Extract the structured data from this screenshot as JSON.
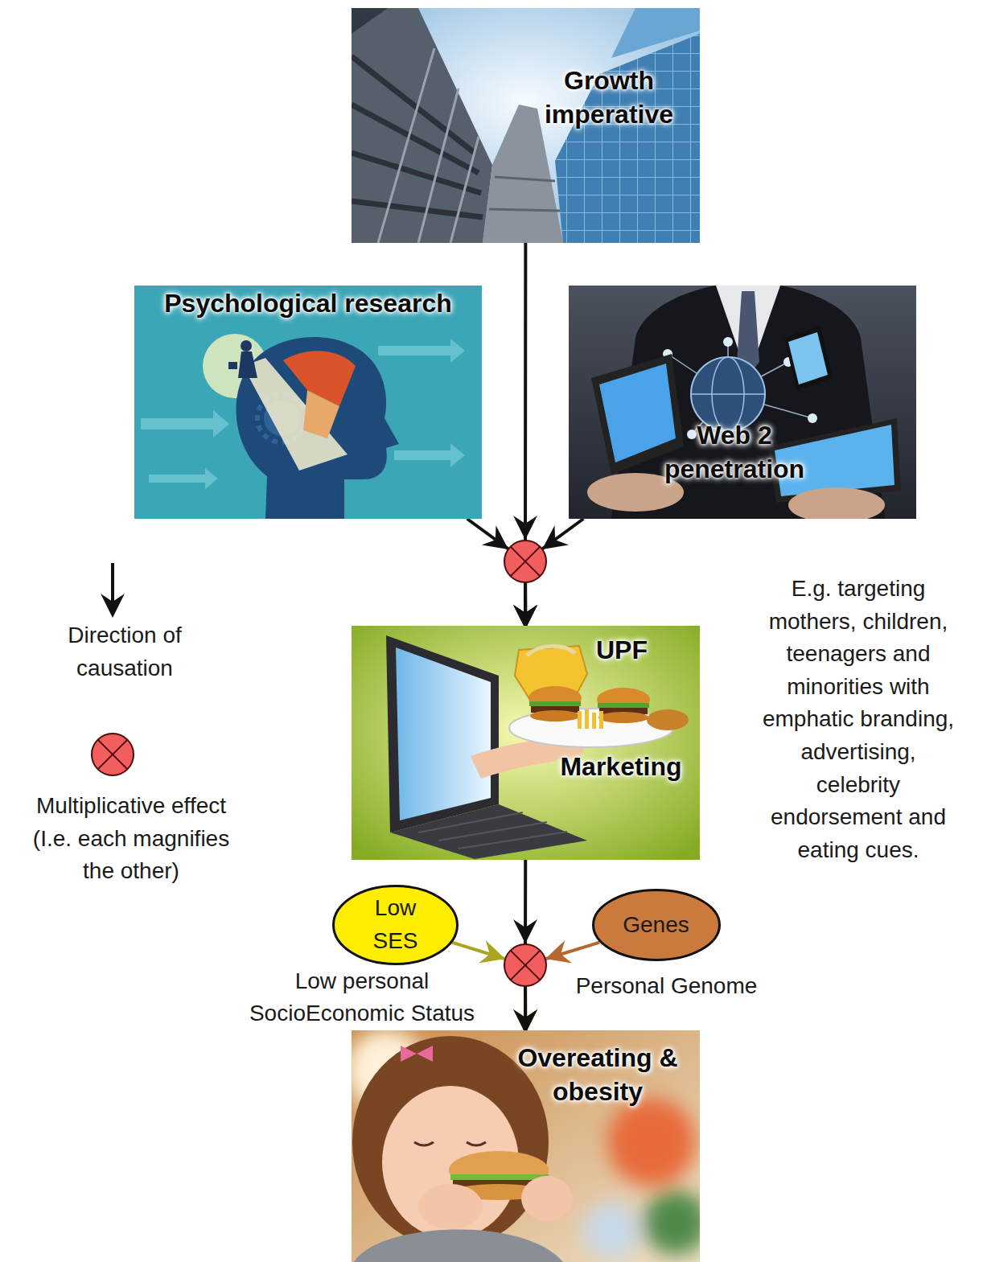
{
  "diagram": {
    "nodes": [
      {
        "text": [
          "Growth imperative"
        ]
      },
      {
        "text": [
          "Psychological research"
        ]
      },
      {
        "text": [
          "Web 2 penetration"
        ]
      },
      {
        "text": [
          "UPF",
          "Marketing"
        ]
      },
      {
        "text": [
          "Low SES",
          "Low personal SocioEconomic Status"
        ]
      },
      {
        "text": [
          "Genes",
          "Personal Genome"
        ]
      },
      {
        "text": [
          "Overeating & obesity"
        ]
      }
    ],
    "edges": [
      {
        "from": 0,
        "to": 3,
        "arrow": "to"
      },
      {
        "from": 1,
        "to": 3,
        "arrow": "to"
      },
      {
        "from": 2,
        "to": 3,
        "arrow": "to"
      },
      {
        "from": 3,
        "to": 6,
        "arrow": "to"
      },
      {
        "from": 4,
        "to": 6,
        "arrow": "to"
      },
      {
        "from": 5,
        "to": 6,
        "arrow": "to"
      }
    ],
    "labels": [
      "E.g. targeting mothers, children, teenagers and minorities with emphatic branding, advertising, celebrity endorsement and eating cues."
    ],
    "legend": [
      {
        "text": "Direction of causation"
      },
      {
        "text": "Multiplicative effect (I.e. each magnifies the other)"
      }
    ]
  }
}
